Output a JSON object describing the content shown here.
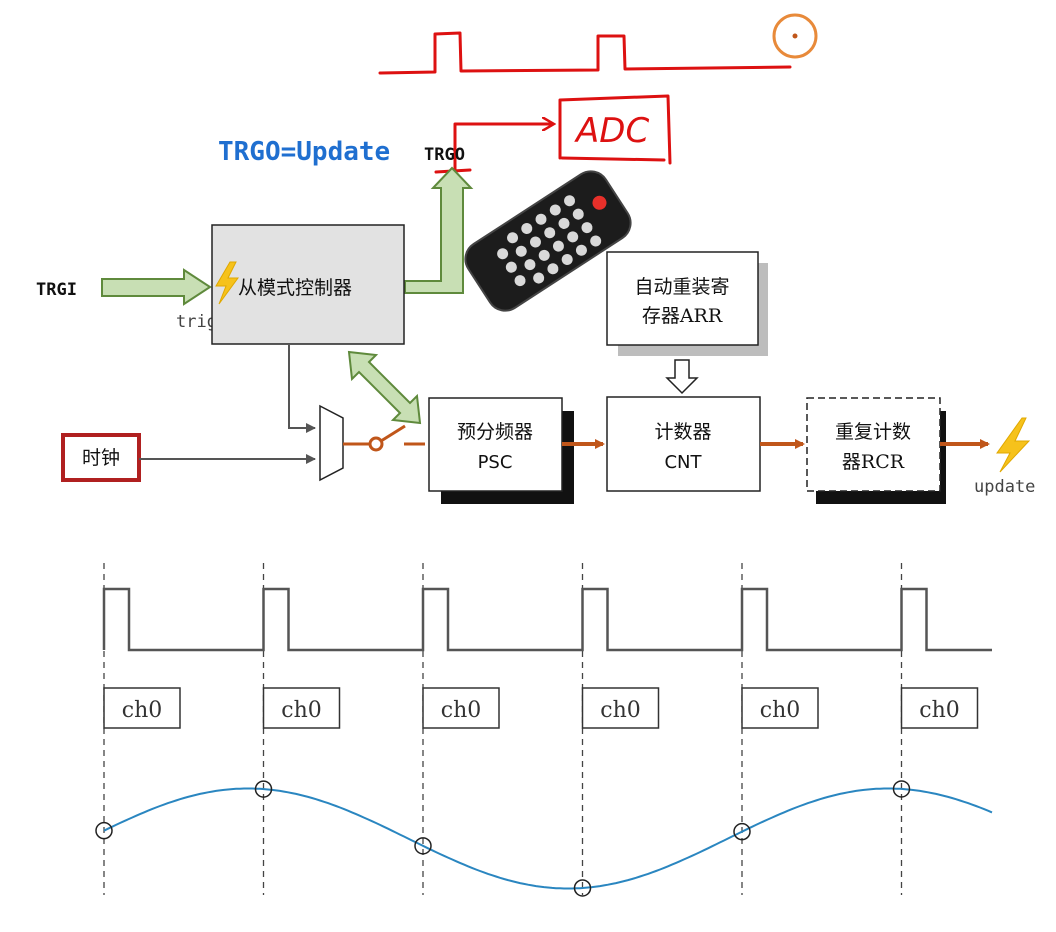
{
  "annotations": {
    "trgo_eq": "TRGO=Update",
    "trgo": "TRGO",
    "trgi": "TRGI",
    "trigger": "trigger",
    "update": "update",
    "adc": "ADC"
  },
  "blocks": {
    "slave_mode": "从模式控制器",
    "clock": "时钟",
    "arr_line1": "自动重装寄",
    "arr_line2": "存器ARR",
    "psc_line1": "预分频器",
    "psc_line2": "PSC",
    "cnt_line1": "计数器",
    "cnt_line2": "CNT",
    "rcr_line1": "重复计数",
    "rcr_line2": "器RCR"
  },
  "timing": {
    "channel_labels": [
      "ch0",
      "ch0",
      "ch0",
      "ch0",
      "ch0",
      "ch0"
    ],
    "sample_count": 6
  },
  "colors": {
    "annotation_red": "#dd1111",
    "title_blue": "#1f6fd0",
    "arrow_orange": "#c0561a",
    "arrow_green_fill": "#c8dfb4",
    "arrow_green_stroke": "#5f8a3c",
    "block_gray": "#e2e2e2",
    "wave_blue": "#2a86c0",
    "lightning": "#f6c21b"
  },
  "icons": [
    "remote-control-icon",
    "lightning-icon",
    "switch-icon",
    "mux-icon",
    "circled-dot-icon"
  ]
}
